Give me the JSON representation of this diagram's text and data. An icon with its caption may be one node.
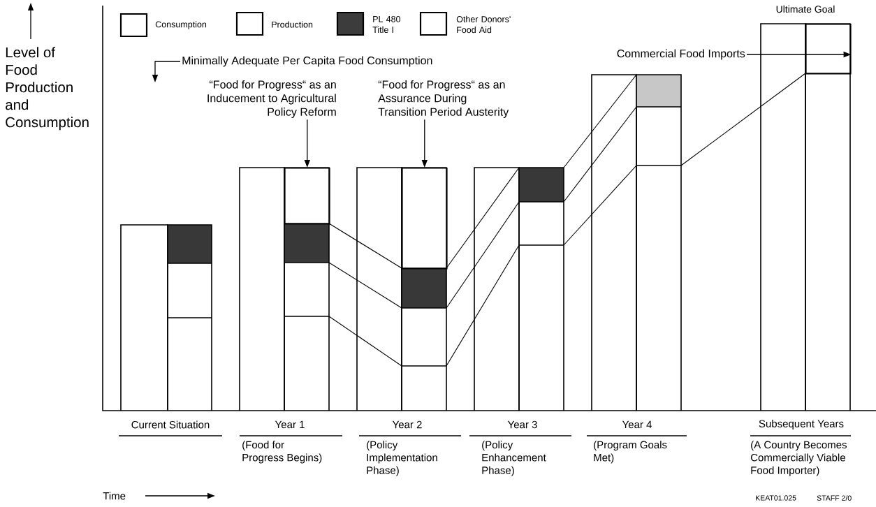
{
  "diagram": {
    "nodes": [
      {
        "text": [
          "Commercial Food Imports"
        ]
      },
      {
        "text": [],
        "shape": "box"
      },
      {
        "text": [
          "Minimally Adequate Per Capita Food Consumption"
        ]
      },
      {
        "text": [
          "“Food for Progress“ as an Inducement to Agricultural Policy Reform"
        ]
      },
      {
        "text": [
          "“Food for Progress“ as an Assurance During Transition Period Austerity"
        ]
      },
      {
        "text": [],
        "shape": "box"
      },
      {
        "text": [],
        "shape": "box"
      }
    ],
    "edges": [
      {
        "from": 0,
        "to": 1,
        "arrow": "to"
      },
      {
        "from": 2,
        "to": null,
        "arrow": "to"
      },
      {
        "from": 3,
        "to": 5,
        "arrow": "to"
      },
      {
        "from": 4,
        "to": 6,
        "arrow": "to"
      }
    ],
    "labels": [
      "Ultimate Goal",
      "Level of Food Production and Consumption",
      "Current Situation",
      "Year 1",
      "(Food for Progress Begins)",
      "Year 2",
      "(Policy Implementation Phase)",
      "Year 3",
      "(Policy Enhancement Phase)",
      "Year 4",
      "(Program Goals Met)",
      "Subsequent Years",
      "(A Country Becomes Commercially Viable Food Importer)",
      "Time",
      "KEAT01.025",
      "STAFF 2/0"
    ],
    "legend": [
      {
        "text": "Consumption"
      },
      {
        "text": "Production"
      },
      {
        "text": "PL 480 Title I",
        "color": "#3c3c3c"
      },
      {
        "text": "Other Donors' Food Aid"
      }
    ]
  }
}
